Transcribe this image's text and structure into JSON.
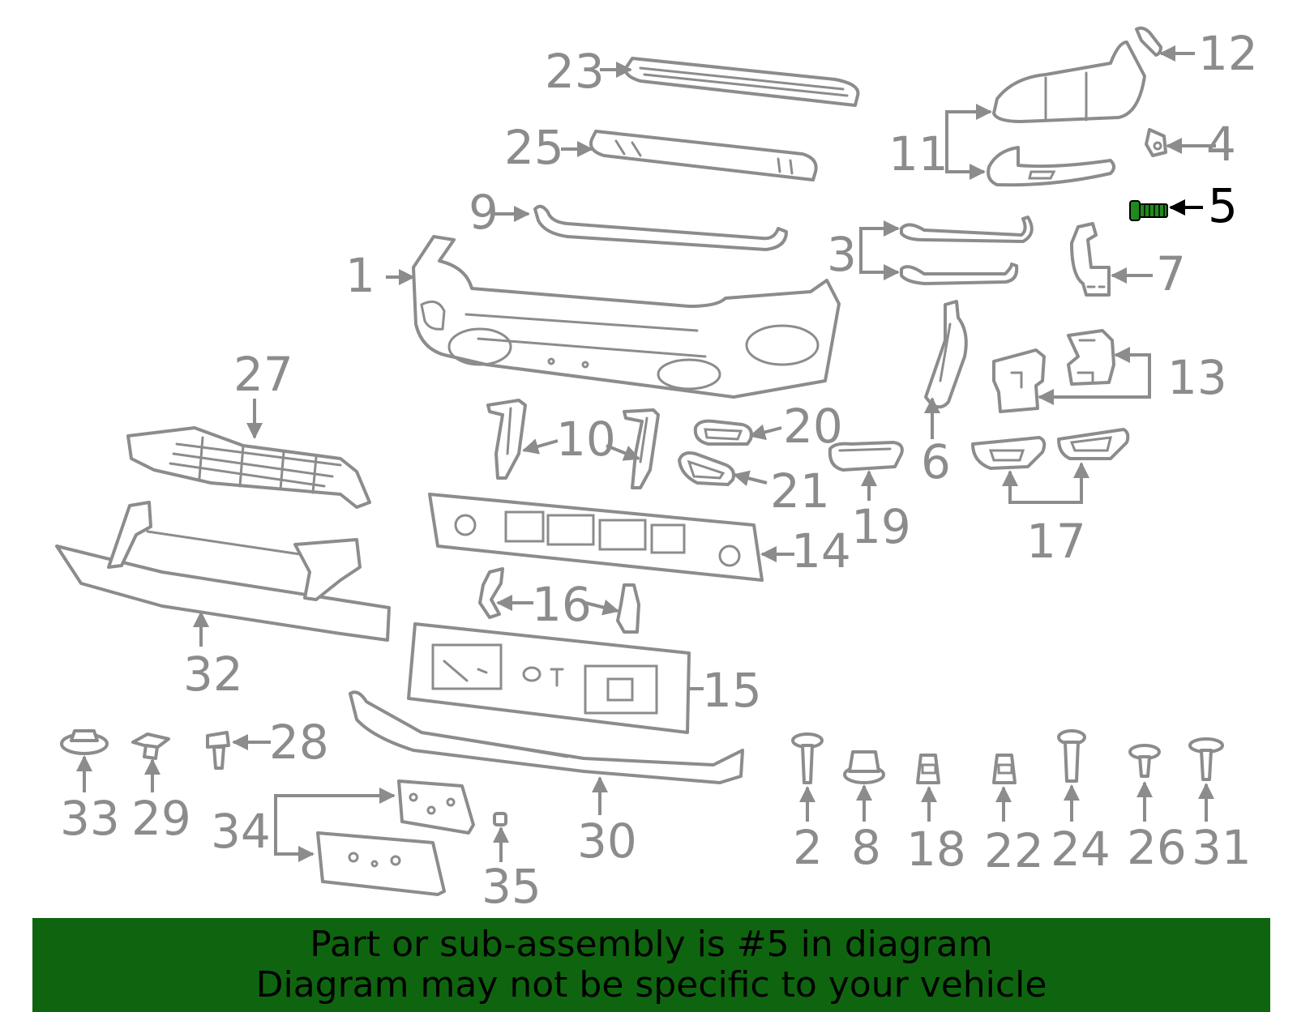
{
  "callouts": {
    "c1": "1",
    "c2": "2",
    "c3": "3",
    "c4": "4",
    "c5": "5",
    "c6": "6",
    "c7": "7",
    "c8": "8",
    "c9": "9",
    "c10": "10",
    "c11": "11",
    "c12": "12",
    "c13": "13",
    "c14": "14",
    "c15": "15",
    "c16": "16",
    "c17": "17",
    "c18": "18",
    "c19": "19",
    "c20": "20",
    "c21": "21",
    "c22": "22",
    "c23": "23",
    "c24": "24",
    "c25": "25",
    "c26": "26",
    "c27": "27",
    "c28": "28",
    "c29": "29",
    "c30": "30",
    "c31": "31",
    "c32": "32",
    "c33": "33",
    "c34": "34",
    "c35": "35"
  },
  "highlighted_part": "5",
  "colors": {
    "line_art": "#8c8c8c",
    "highlight_part": "#1f8a1f",
    "banner_background": "#0f650f",
    "banner_text": "#000000"
  },
  "banner": {
    "line1": "Part or sub-assembly is #5 in diagram",
    "line2": "Diagram may not be specific to your vehicle"
  }
}
